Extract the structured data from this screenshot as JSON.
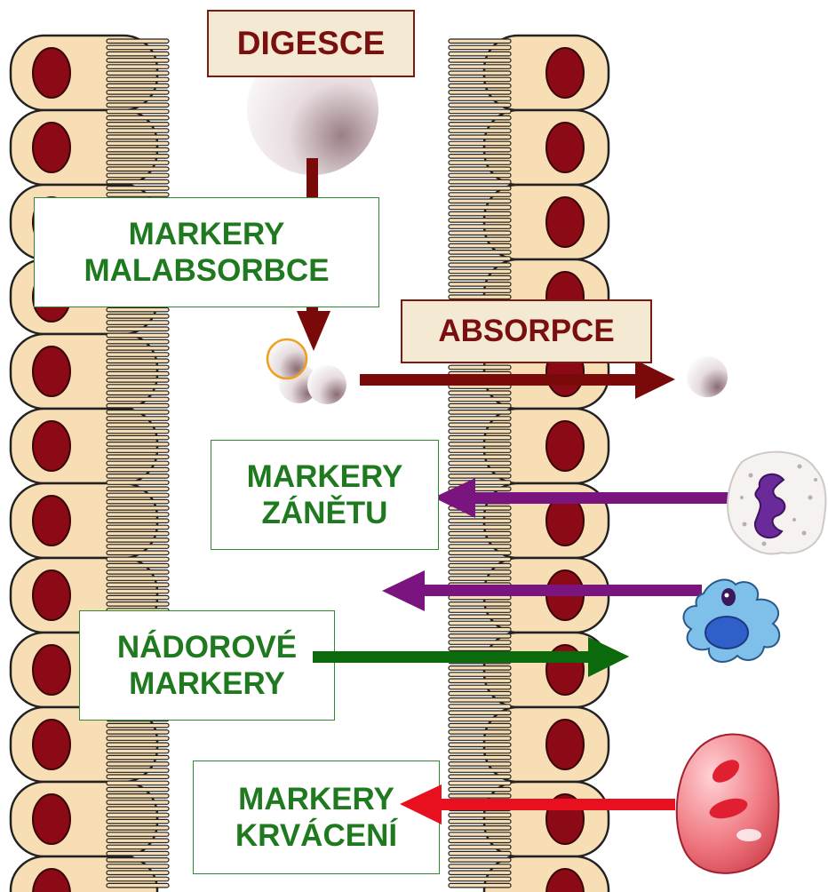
{
  "labels": {
    "digesce": "DIGESCE",
    "absorpce": "ABSORPCE",
    "malabsorbce": [
      "MARKERY",
      "MALABSORBCE"
    ],
    "zanetu": [
      "MARKERY",
      "ZÁNĚTU"
    ],
    "nadorove": [
      "NÁDOROVÉ",
      "MARKERY"
    ],
    "krvaceni": [
      "MARKERY",
      "KRVÁCENÍ"
    ]
  },
  "colors": {
    "cell_fill": "#f7deb4",
    "cell_stroke": "#222222",
    "nucleus": "#8b0a16",
    "label_red_bg": "#f4ead4",
    "label_red_border": "#7a1a12",
    "label_red_text": "#7a0f0f",
    "label_green_text": "#1f7a1f",
    "arrow_digestion": "#7a0a0a",
    "arrow_inflammation": "#7a1580",
    "arrow_tumor": "#0b6a0b",
    "arrow_bleeding": "#e8101e",
    "macrophage": "#7fc0ea",
    "erythrocyte": "#e3505a"
  },
  "icons": [
    "food-particle",
    "neutrophil-icon",
    "macrophage-icon",
    "erythrocyte-icon"
  ]
}
